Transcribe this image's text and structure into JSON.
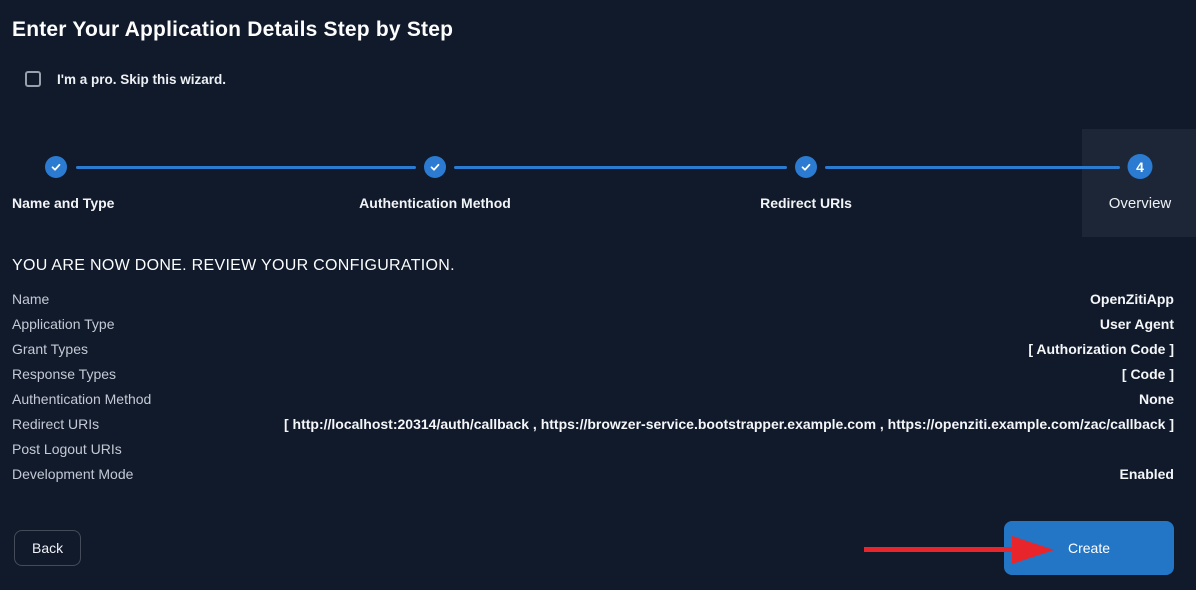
{
  "header": {
    "title": "Enter Your Application Details Step by Step"
  },
  "skip_wizard": {
    "label": "I'm a pro. Skip this wizard.",
    "checked": false
  },
  "stepper": {
    "steps": [
      {
        "label": "Name and Type",
        "status": "completed",
        "icon": "check-icon"
      },
      {
        "label": "Authentication Method",
        "status": "completed",
        "icon": "check-icon"
      },
      {
        "label": "Redirect URIs",
        "status": "completed",
        "icon": "check-icon"
      },
      {
        "label": "Overview",
        "status": "current",
        "number": "4"
      }
    ]
  },
  "review": {
    "heading": "YOU ARE NOW DONE. REVIEW YOUR CONFIGURATION.",
    "rows": [
      {
        "label": "Name",
        "value": "OpenZitiApp"
      },
      {
        "label": "Application Type",
        "value": "User Agent"
      },
      {
        "label": "Grant Types",
        "value": "[ Authorization Code ]"
      },
      {
        "label": "Response Types",
        "value": "[ Code ]"
      },
      {
        "label": "Authentication Method",
        "value": "None"
      },
      {
        "label": "Redirect URIs",
        "value": "[ http://localhost:20314/auth/callback , https://browzer-service.bootstrapper.example.com , https://openziti.example.com/zac/callback ]"
      },
      {
        "label": "Post Logout URIs",
        "value": ""
      },
      {
        "label": "Development Mode",
        "value": "Enabled"
      }
    ]
  },
  "actions": {
    "back_label": "Back",
    "create_label": "Create"
  },
  "annotation": {
    "type": "red-arrow",
    "points_to": "create-button",
    "color": "#e8252b"
  },
  "colors": {
    "background": "#111a2b",
    "current_step_panel": "#1c2637",
    "primary_blue": "#2b7bd2",
    "button_blue": "#2375c5",
    "arrow_red": "#e8252b"
  }
}
